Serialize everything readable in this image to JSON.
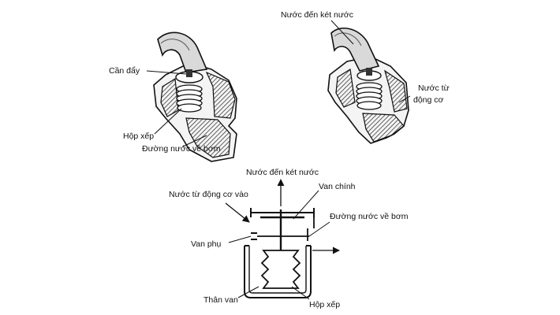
{
  "left_view": {
    "lever_label": "Cần đẩy",
    "bellows_label": "Hộp xếp",
    "pump_return_label": "Đường nước về bơm"
  },
  "right_view": {
    "to_radiator_label": "Nước đến két nước",
    "from_engine_label_line1": "Nước từ",
    "from_engine_label_line2": "động cơ"
  },
  "bottom_view": {
    "to_radiator_label": "Nước đến két nước",
    "engine_inlet_label": "Nước từ động cơ vào",
    "main_valve_label": "Van chính",
    "pump_return_label": "Đường nước về bơm",
    "aux_valve_label": "Van phụ",
    "valve_body_label": "Thân van",
    "bellows_label": "Hộp xếp"
  }
}
